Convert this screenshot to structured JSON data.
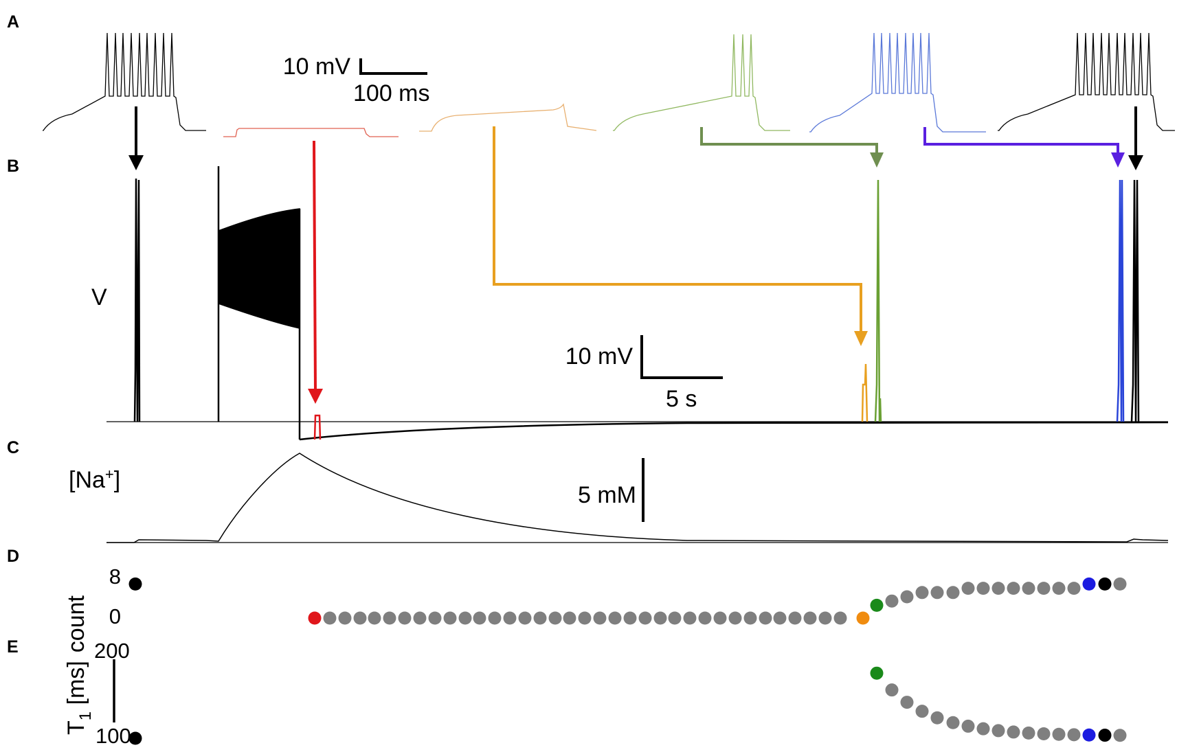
{
  "panels": {
    "a": "A",
    "b": "B",
    "c": "C",
    "d": "D",
    "e": "E"
  },
  "scalebars": {
    "a_voltage": "10 mV",
    "a_time": "100 ms",
    "b_voltage": "10 mV",
    "b_time": "5 s",
    "c_conc": "5 mM"
  },
  "labels": {
    "b_y": "V",
    "c_y_main": "[Na",
    "c_y_sup": "+",
    "c_y_close": "]",
    "d_y": "count",
    "e_y_main": "T",
    "e_y_sub": "1",
    "e_y_unit": " [ms]"
  },
  "ticks": {
    "d_high": "8",
    "d_low": "0",
    "e_high": "200",
    "e_low": "100"
  },
  "colors": {
    "black": "#000000",
    "red": "#e0161b",
    "orange": "#e8a020",
    "green": "#6aa033",
    "blue": "#2a45d8",
    "purple": "#5a20e0",
    "grey": "#7f7f7f",
    "dot_green": "#1a8a1a",
    "dot_blue": "#1c1ce0",
    "dot_orange": "#f08c10",
    "dot_red": "#e0161b",
    "arrow_green": "#6f8f50",
    "light_red": "#e06050",
    "light_orange": "#e8b070",
    "light_green": "#90b860",
    "light_blue": "#5a78d8"
  },
  "count_series": [
    8,
    0,
    0,
    0,
    0,
    0,
    0,
    0,
    0,
    0,
    0,
    0,
    0,
    0,
    0,
    0,
    0,
    0,
    0,
    0,
    0,
    0,
    0,
    0,
    0,
    0,
    0,
    0,
    0,
    0,
    0,
    0,
    0,
    0,
    0,
    0,
    0,
    1,
    3,
    4,
    5,
    6,
    6,
    6,
    7,
    7,
    7,
    7,
    7,
    7,
    7,
    7,
    8,
    8,
    8
  ]
}
